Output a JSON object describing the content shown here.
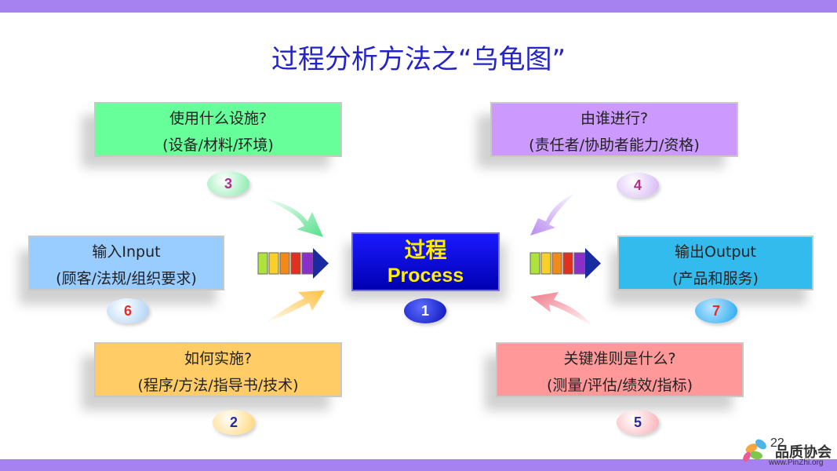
{
  "title": "过程分析方法之“乌龟图”",
  "process": {
    "line1": "过程",
    "line2": "Process",
    "number": "1"
  },
  "boxes": {
    "equipment": {
      "line1": "使用什么设施?",
      "line2": "(设备/材料/环境)",
      "number": "3"
    },
    "who": {
      "line1": "由谁进行?",
      "line2": "(责任者/协助者能力/资格)",
      "number": "4"
    },
    "input": {
      "line1": "输入Input",
      "line2": "(顾客/法规/组织要求)",
      "number": "6"
    },
    "output": {
      "line1": "输出Output",
      "line2": "(产品和服务)",
      "number": "7"
    },
    "how": {
      "line1": "如何实施?",
      "line2": "(程序/方法/指导书/技术)",
      "number": "2"
    },
    "criteria": {
      "line1": "关键准则是什么?",
      "line2": "(测量/评估/绩效/指标)",
      "number": "5"
    }
  },
  "footer": {
    "page_number": "22",
    "logo_text": "品质协会",
    "logo_url": "www.PinZhi.org"
  },
  "colors": {
    "equipment": "#66ff99",
    "who": "#cc99ff",
    "input": "#99ccff",
    "output": "#33bbee",
    "how": "#ffcc66",
    "criteria": "#ff9999",
    "title": "#2323c8",
    "accent_bar": "#a582f0"
  }
}
